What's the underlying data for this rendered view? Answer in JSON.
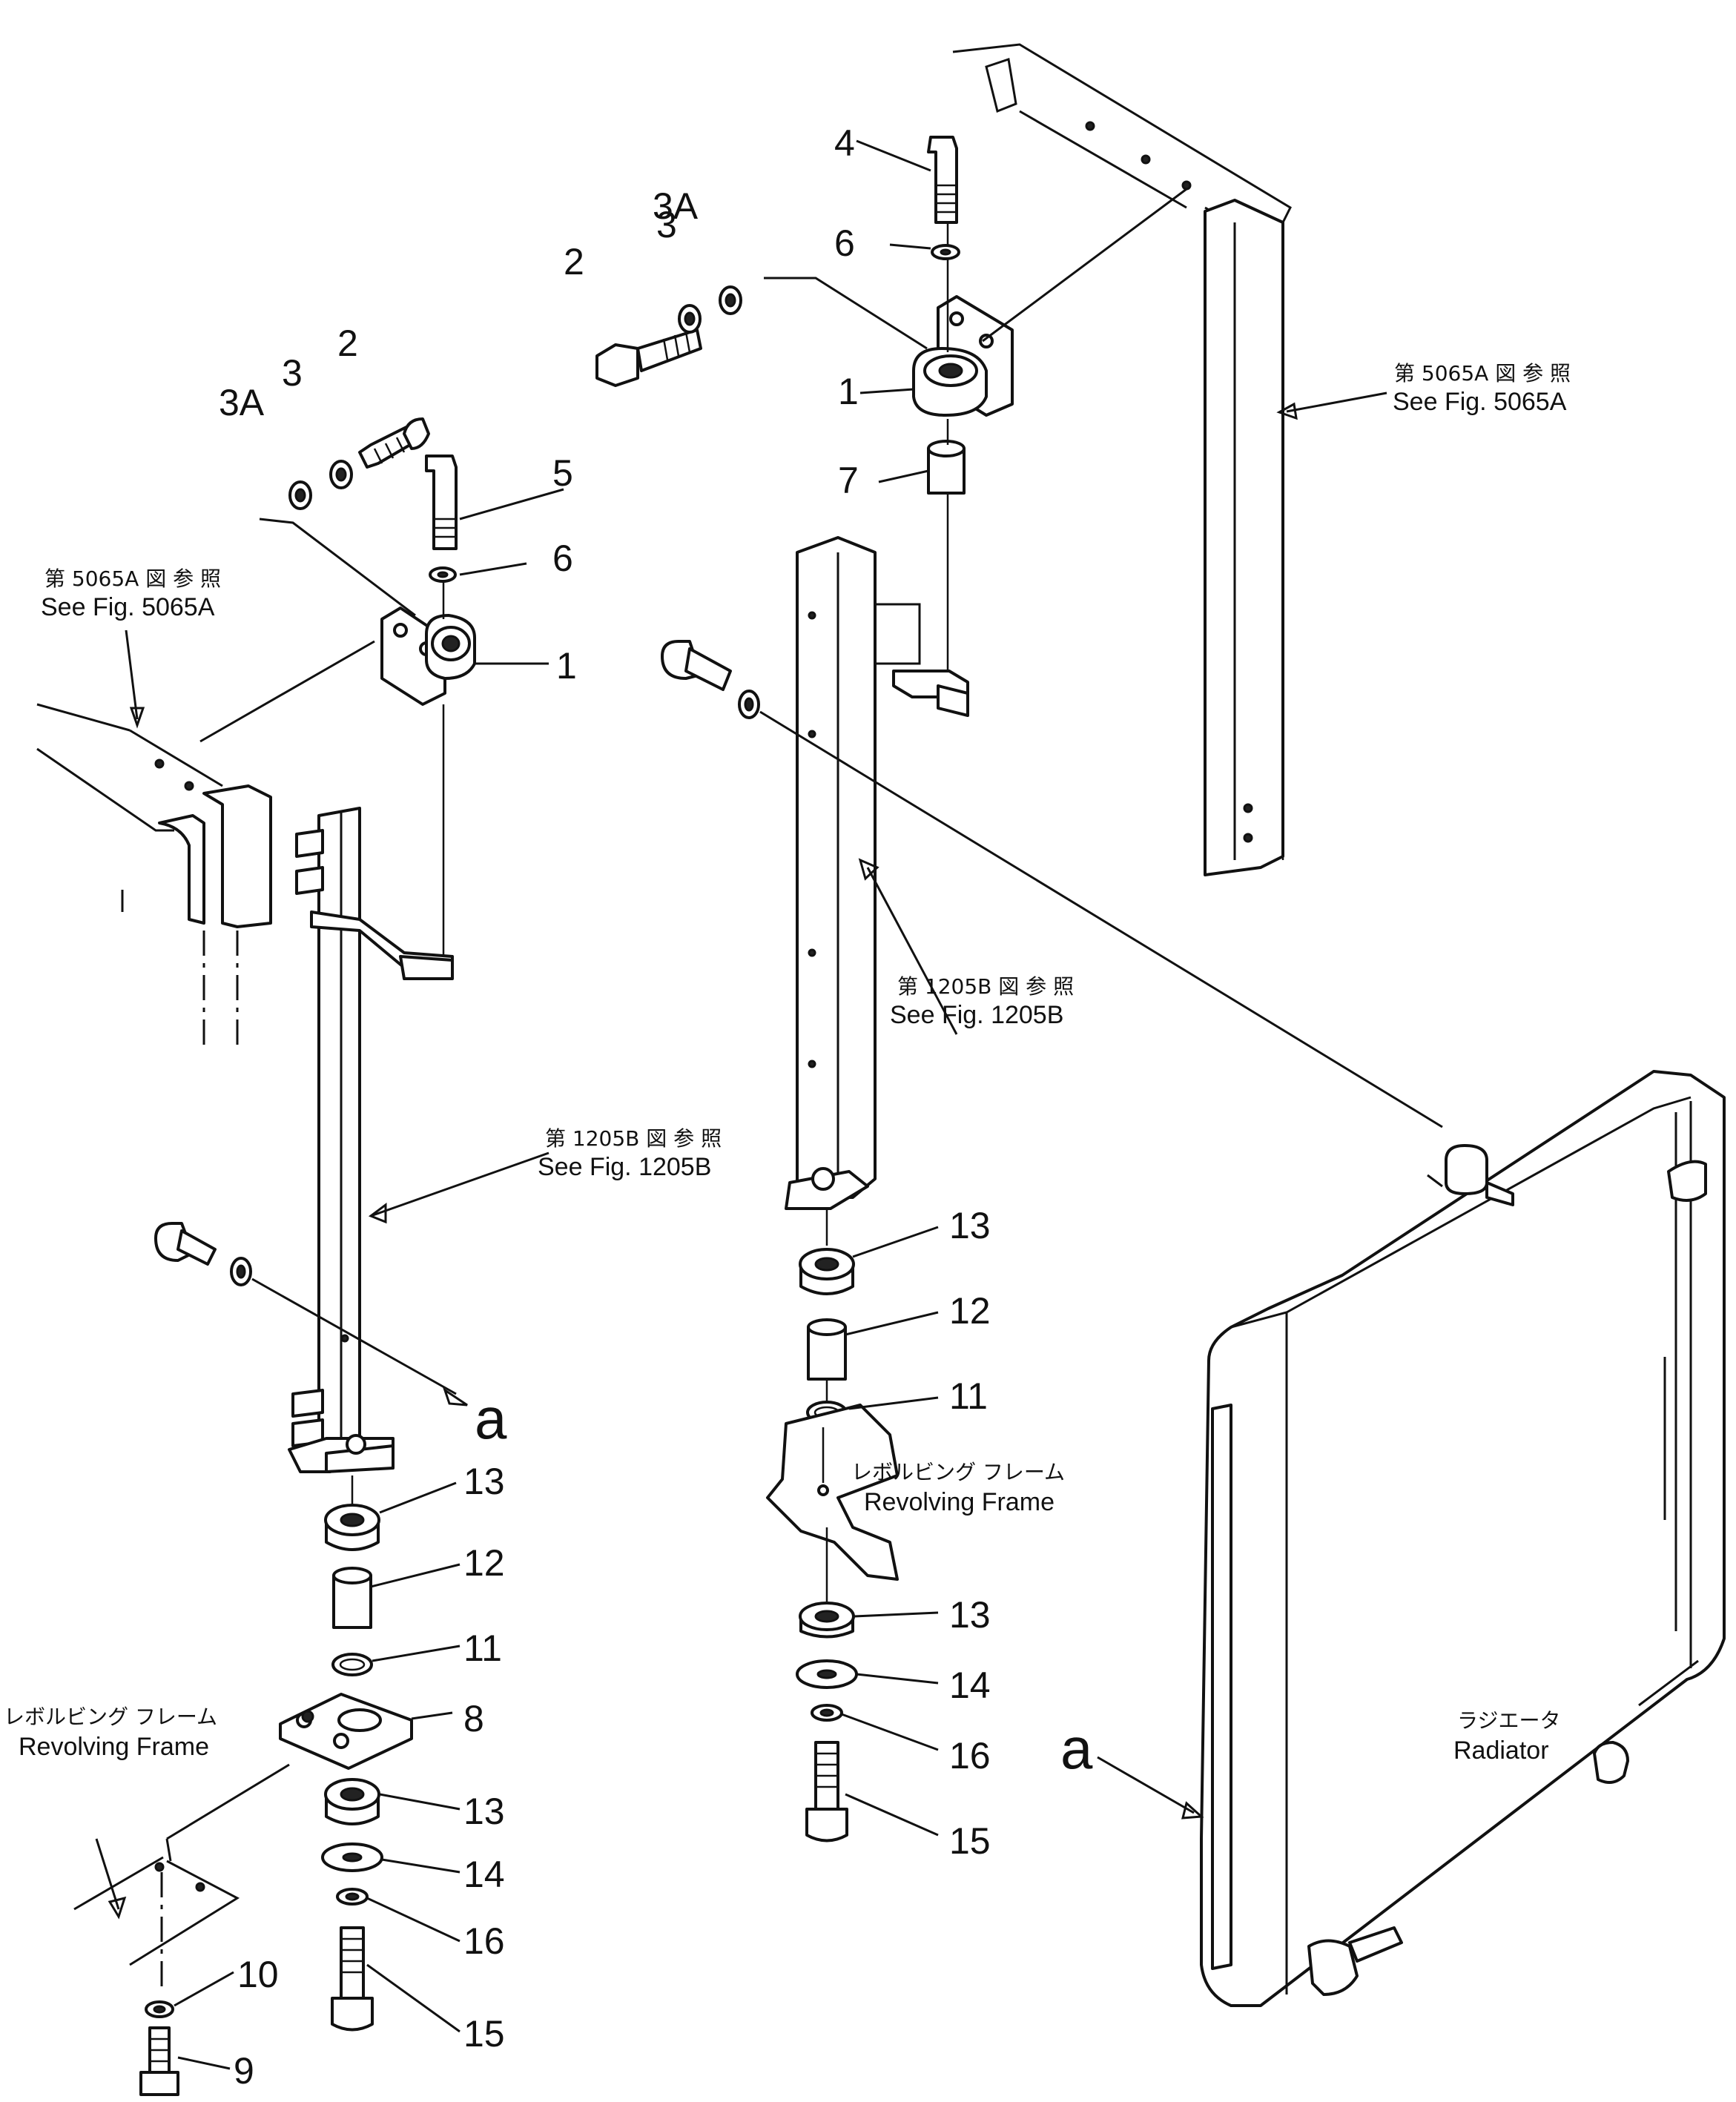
{
  "labels": {
    "l_4": "4",
    "l_6_top": "6",
    "l_3A_top": "3A",
    "l_3_top": "3",
    "l_2_top": "2",
    "l_1_top": "1",
    "l_7": "7",
    "l_3A_left": "3A",
    "l_3_left": "3",
    "l_2_left": "2",
    "l_5": "5",
    "l_6_left": "6",
    "l_1_left": "1",
    "l_13_mid_a": "13",
    "l_12_mid": "12",
    "l_11_mid": "11",
    "l_13_mid_b": "13",
    "l_14_mid": "14",
    "l_16_mid": "16",
    "l_15_mid": "15",
    "l_13_left_a": "13",
    "l_12_left": "12",
    "l_11_left": "11",
    "l_8": "8",
    "l_13_left_b": "13",
    "l_14_left": "14",
    "l_16_left": "16",
    "l_15_left": "15",
    "l_10": "10",
    "l_9": "9",
    "a_left": "a",
    "a_right": "a"
  },
  "references": {
    "fig5065a_right_jp": "第 5065A 図 参 照",
    "fig5065a_right_en": "See Fig. 5065A",
    "fig5065a_left_jp": "第 5065A 図 参 照",
    "fig5065a_left_en": "See Fig. 5065A",
    "fig1205b_mid_jp": "第 1205B 図 参 照",
    "fig1205b_mid_en": "See Fig. 1205B",
    "fig1205b_left_jp": "第 1205B 図 参 照",
    "fig1205b_left_en": "See Fig. 1205B",
    "revolving_mid_jp": "レボルビング フレーム",
    "revolving_mid_en": "Revolving Frame",
    "revolving_left_jp": "レボルビング フレーム",
    "revolving_left_en": "Revolving Frame",
    "radiator_jp": "ラジエータ",
    "radiator_en": "Radiator"
  }
}
